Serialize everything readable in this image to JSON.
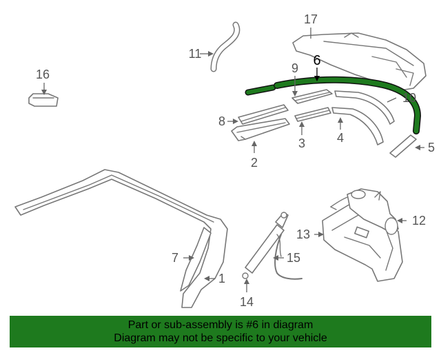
{
  "diagram": {
    "highlight_color": "#1e7a1e",
    "highlight_label": "6",
    "callouts": {
      "p1": "1",
      "p2": "2",
      "p3": "3",
      "p4": "4",
      "p5": "5",
      "p7": "7",
      "p8": "8",
      "p9": "9",
      "p10": "10",
      "p11": "11",
      "p12": "12",
      "p13": "13",
      "p14": "14",
      "p15": "15",
      "p16": "16",
      "p17": "17"
    }
  },
  "banner": {
    "line1": "Part or sub-assembly is #6 in diagram",
    "line2": "Diagram may not be specific to your vehicle",
    "background": "#1e7a1e"
  }
}
